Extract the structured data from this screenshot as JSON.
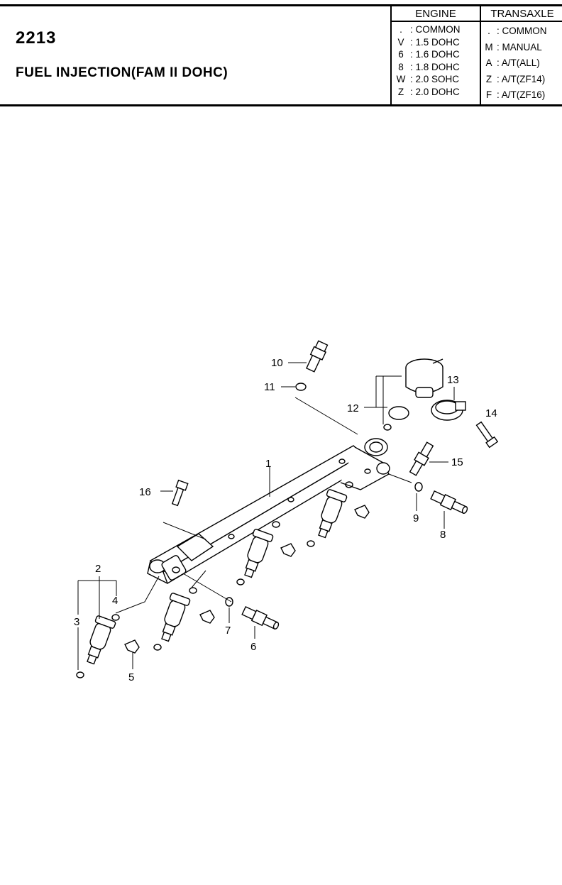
{
  "header": {
    "code": "2213",
    "title": "FUEL INJECTION(FAM II DOHC)"
  },
  "engine_table": {
    "heading": "ENGINE",
    "rows": [
      {
        "key": ".",
        "value": ": COMMON"
      },
      {
        "key": "V",
        "value": ": 1.5 DOHC"
      },
      {
        "key": "6",
        "value": ": 1.6 DOHC"
      },
      {
        "key": "8",
        "value": ": 1.8 DOHC"
      },
      {
        "key": "W",
        "value": ": 2.0 SOHC"
      },
      {
        "key": "Z",
        "value": ": 2.0 DOHC"
      }
    ]
  },
  "transaxle_table": {
    "heading": "TRANSAXLE",
    "rows": [
      {
        "key": ".",
        "value": ": COMMON"
      },
      {
        "key": "M",
        "value": ": MANUAL"
      },
      {
        "key": "A",
        "value": ": A/T(ALL)"
      },
      {
        "key": "Z",
        "value": ": A/T(ZF14)"
      },
      {
        "key": "F",
        "value": ": A/T(ZF16)"
      }
    ]
  },
  "callouts": [
    "1",
    "2",
    "3",
    "4",
    "5",
    "6",
    "7",
    "8",
    "9",
    "10",
    "11",
    "12",
    "13",
    "14",
    "15",
    "16"
  ]
}
